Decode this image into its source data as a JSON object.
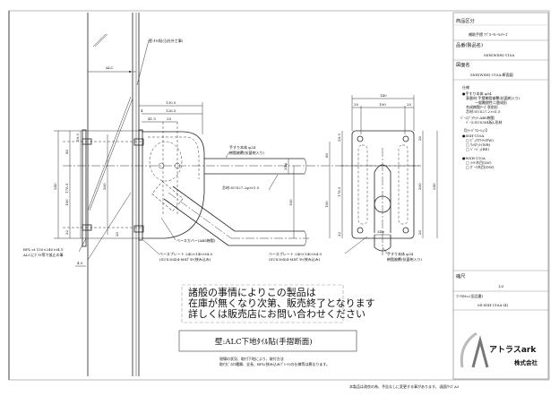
{
  "drawing": {
    "wall_label": "壁:ﾀｲﾙ貼(当社外工事)",
    "alc_label": "ALC",
    "dims_side_top": [
      "130.5",
      "126.5",
      "41.5",
      "25",
      "4"
    ],
    "dims_side_left": [
      "240",
      "178.5",
      "100",
      "80",
      "29.5",
      "32",
      "200",
      "20"
    ],
    "dims_front_top": [
      "140",
      "20",
      "100",
      "20"
    ],
    "dims_front_right": [
      "20",
      "200",
      "240",
      "20"
    ],
    "dims_front_left": [
      "29.5",
      "80",
      "178.5",
      "100",
      "32"
    ],
    "dim_pipe": "34φ",
    "dim_pipe_gap": "100",
    "dim_bpl": "4.5",
    "label_handrail_1": "手すり本体 φ34",
    "label_handrail_2": "樹脂被覆(抗菌剤入り)",
    "label_core": "芯材:SUS27.2φ×t1.5",
    "label_base": "ベースカバー(ABS樹脂)",
    "label_plate_1": "ベースプレート 240×140×t4.0",
    "label_plate_2": "(SUS304)4-M8ﾎﾞﾙﾄ(挟み込み)",
    "label_bpl_1": "BPL-st 150×240×t4.5",
    "label_bpl_2": "ALCにﾎﾞﾙﾄ等で仮止の事"
  },
  "notice": {
    "lines": [
      "諸般の事情によりこの製品は",
      "在庫が無くなり次第、販売終了となります",
      "詳しくは販売店にお問い合わせください"
    ]
  },
  "caption": "壁:ALC下地ﾀｲﾙ貼(手摺断面)",
  "note": [
    "現場の状況、取付下地により、取付方法",
    "取付ﾋﾞｽの種類、全長、BPL(挟み込みﾌﾟﾚｰﾄ)の仕様等は異なります。"
  ],
  "footer": "本製品は改良の為、予告なしに変更する事があります。:図面ｻｲｽﾞA3",
  "title_block": {
    "category_label": "商品区分",
    "category_value": "補助手摺 ｱﾌﾟﾛｰﾁﾚｰﾙｼﾘｰｽﾞ",
    "part_label": "品番(製品名)",
    "part_value": "SSH(WSH)-110A",
    "drawing_label": "図面名",
    "drawing_value": "SSH(WSH)-110A:断面図",
    "spec_label": "仕様",
    "spec_lines": [
      "●手すり本体 φ34",
      "表層材:手摺樹脂被覆(抗菌剤入り)",
      "一般難燃性二層成形",
      "合成樹脂ﾁｰｽﾞ状前形",
      "芯材:SUS27.2×t1.5",
      "ﾍﾞｰｽﾌﾞﾗｹｯﾄ:ABS樹脂",
      "ﾍﾞｰｽ:SUS304板L形材"
    ],
    "color_title": "【ｶﾗｰﾊﾞﾘｴｰｼｮﾝ】",
    "color_groups": [
      {
        "name": "●SSH-110A",
        "items": [
          "□ ﾋﾟｭｱﾎﾜｲﾄ(PW)",
          "□ ｳｫﾙﾅｯﾄ(WB)",
          "□ ﾍﾞｰｼﾞｭ(BE)"
        ]
      },
      {
        "name": "●WSH-110A",
        "items": [
          "□ ﾗｲﾄ木目(LW)",
          "□ ﾀﾞｰｸ木目(DW)"
        ]
      }
    ],
    "scale_label": "縮尺",
    "scale_value": "1/3",
    "file_label": "ﾌｧｲﾙNo.(旧品番)",
    "file_value": "04-SSH-110A-(4)",
    "logo_text": "アトラスark",
    "logo_sub": "株式会社"
  }
}
